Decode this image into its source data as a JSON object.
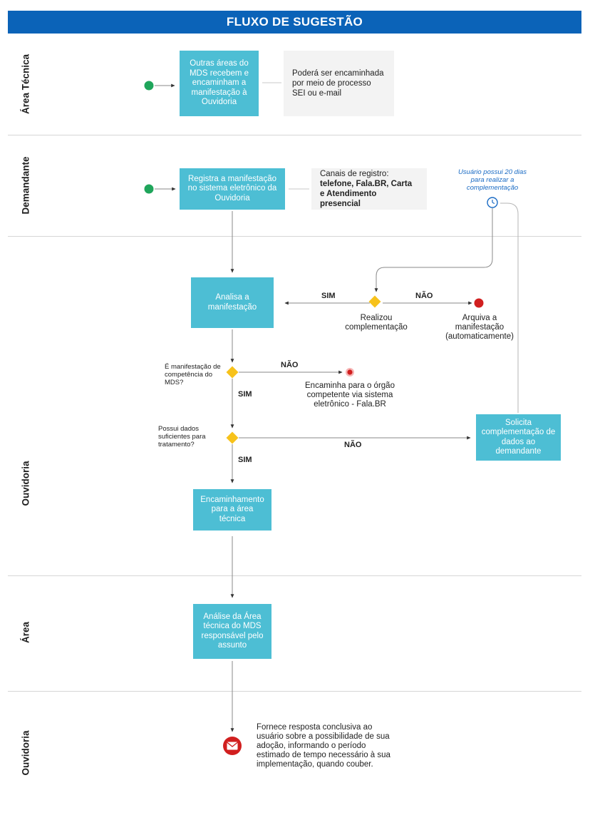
{
  "header": {
    "title": "FLUXO DE SUGESTÃO"
  },
  "lanes": {
    "area_tecnica": "Área Técnica",
    "demandante": "Demandante",
    "ouvidoria_1": "Ouvidoria",
    "area": "Área",
    "ouvidoria_2": "Ouvidoria"
  },
  "boxes": {
    "outras_areas": "Outras áreas do MDS recebem e encaminham a manifestação à Ouvidoria",
    "registra": "Registra a manifestação no sistema eletrônico da Ouvidoria",
    "analisa": "Analisa a manifestação",
    "solicita": "Solicita complementação de dados ao demandante",
    "encaminhamento": "Encaminhamento para a área técnica",
    "analise_area": "Análise da Área técnica do MDS responsável pelo assunto"
  },
  "notes": {
    "sei": "Poderá ser encaminhada por meio de processo SEI ou e-mail",
    "canais_line1": "Canais de registro:",
    "canais_line2": "telefone, Fala.BR, Carta e Atendimento presencial"
  },
  "texts": {
    "usuario_possui": "Usuário possui 20 dias para realizar a complementação",
    "realizou": "Realizou complementação",
    "arquiva": "Arquiva a manifestação (automaticamente)",
    "competencia_q": "É manifestação de competência do MDS?",
    "encaminha_orgao": "Encaminha para o órgão competente via sistema eletrônico - Fala.BR",
    "possui_dados_q": "Possui dados suficientes para tratamento?",
    "fornece": "Fornece resposta conclusiva ao usuário sobre a possibilidade de sua adoção, informando o período estimado de tempo necessário à sua implementação, quando couber."
  },
  "labels": {
    "sim_1": "SIM",
    "nao_1": "NÃO",
    "nao_2": "NÃO",
    "sim_2": "SIM",
    "nao_3": "NÃO",
    "sim_3": "SIM"
  },
  "icons": {
    "start": "start-dot",
    "end": "end-dot",
    "clock": "clock-icon",
    "mail": "mail-icon"
  },
  "colors": {
    "header": "#0b63b8",
    "box": "#4dbed4",
    "note": "#f3f3f3",
    "start": "#1fa55b",
    "end": "#d11f1f",
    "diamond": "#f7c21b",
    "timer_text": "#1a6bc4"
  }
}
